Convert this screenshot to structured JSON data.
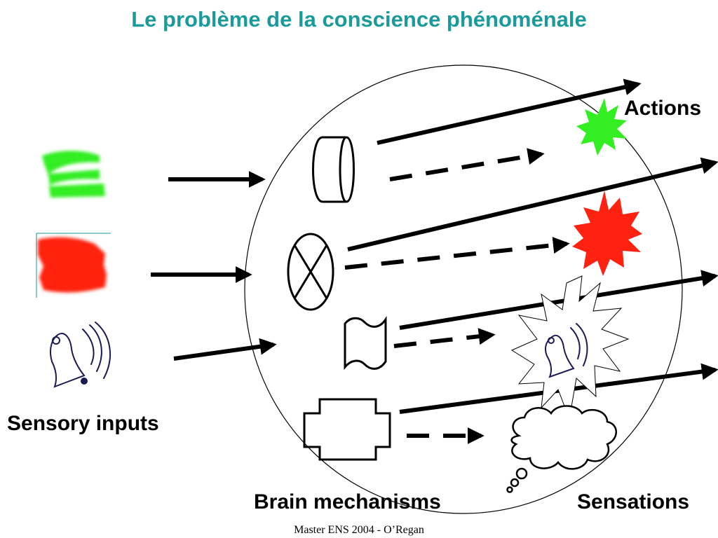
{
  "slide": {
    "title": "Le problème de la conscience phénoménale",
    "footer": "Master ENS 2004 - O’Regan"
  },
  "labels": {
    "actions": "Actions",
    "sensory_inputs": "Sensory inputs",
    "brain_mechanisms": "Brain mechanisms",
    "sensations": "Sensations"
  },
  "colors": {
    "title": "#1a9a9a",
    "green": "#33ee22",
    "red": "#ff2211",
    "stroke": "#000000"
  },
  "inputs": [
    {
      "name": "green-patch",
      "icon": "green-scribble-icon"
    },
    {
      "name": "red-patch",
      "icon": "red-scribble-icon"
    },
    {
      "name": "bell",
      "icon": "ringing-bell-icon"
    }
  ],
  "mechanisms": [
    {
      "name": "cylinder",
      "icon": "cylinder-icon"
    },
    {
      "name": "crossed-circle",
      "icon": "crossed-circle-icon"
    },
    {
      "name": "wavy-flag",
      "icon": "flag-icon"
    },
    {
      "name": "cross-shape",
      "icon": "cross-shape-icon"
    }
  ],
  "sensations": [
    {
      "name": "green-burst",
      "icon": "green-starburst-icon"
    },
    {
      "name": "red-burst",
      "icon": "red-starburst-icon"
    },
    {
      "name": "bell-burst",
      "icon": "bell-starburst-icon"
    },
    {
      "name": "thought-cloud",
      "icon": "thought-cloud-icon"
    }
  ]
}
